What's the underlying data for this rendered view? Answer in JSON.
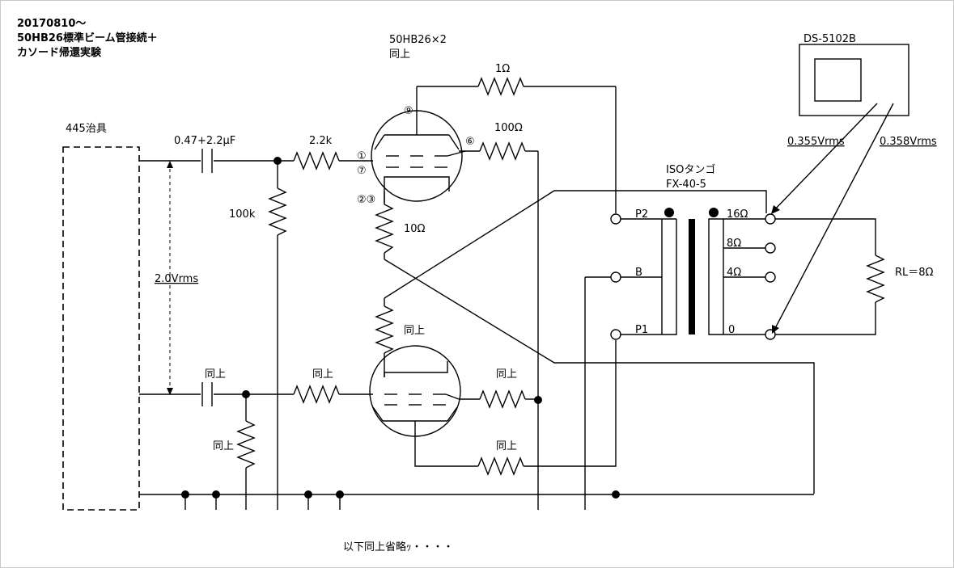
{
  "header": {
    "line1": "20170810～",
    "line2": "50HB26標準ビーム管接続＋",
    "line3": "カソード帰還実験"
  },
  "tube_label": {
    "line1": "50HB26×2",
    "line2": "同上"
  },
  "jig_label": "445治具",
  "cap_label": "0.47+2.2μF",
  "grid_res_label": "2.2k",
  "leak_res_label": "100k",
  "input_level": "2.0Vrms",
  "feedback_res_label": "1Ω",
  "screen_res_label": "100Ω",
  "cathode_res_label": "10Ω",
  "same_as_above": "同上",
  "pins": {
    "p9": "⑨",
    "p1": "①",
    "p7": "⑦",
    "p6": "⑥",
    "p23": "②③"
  },
  "transformer": {
    "line1": "ISOタンゴ",
    "line2": "FX-40-5"
  },
  "primary_taps": {
    "p2": "P2",
    "b": "B",
    "p1": "P1"
  },
  "secondary_taps": {
    "t16": "16Ω",
    "t8": "8Ω",
    "t4": "4Ω",
    "t0": "0"
  },
  "load_label": "RL＝8Ω",
  "scope_label": "DS-5102B",
  "meas1": "0.355Vrms",
  "meas2": "0.358Vrms",
  "footer_note": "以下同上省略ｯ・・・・"
}
